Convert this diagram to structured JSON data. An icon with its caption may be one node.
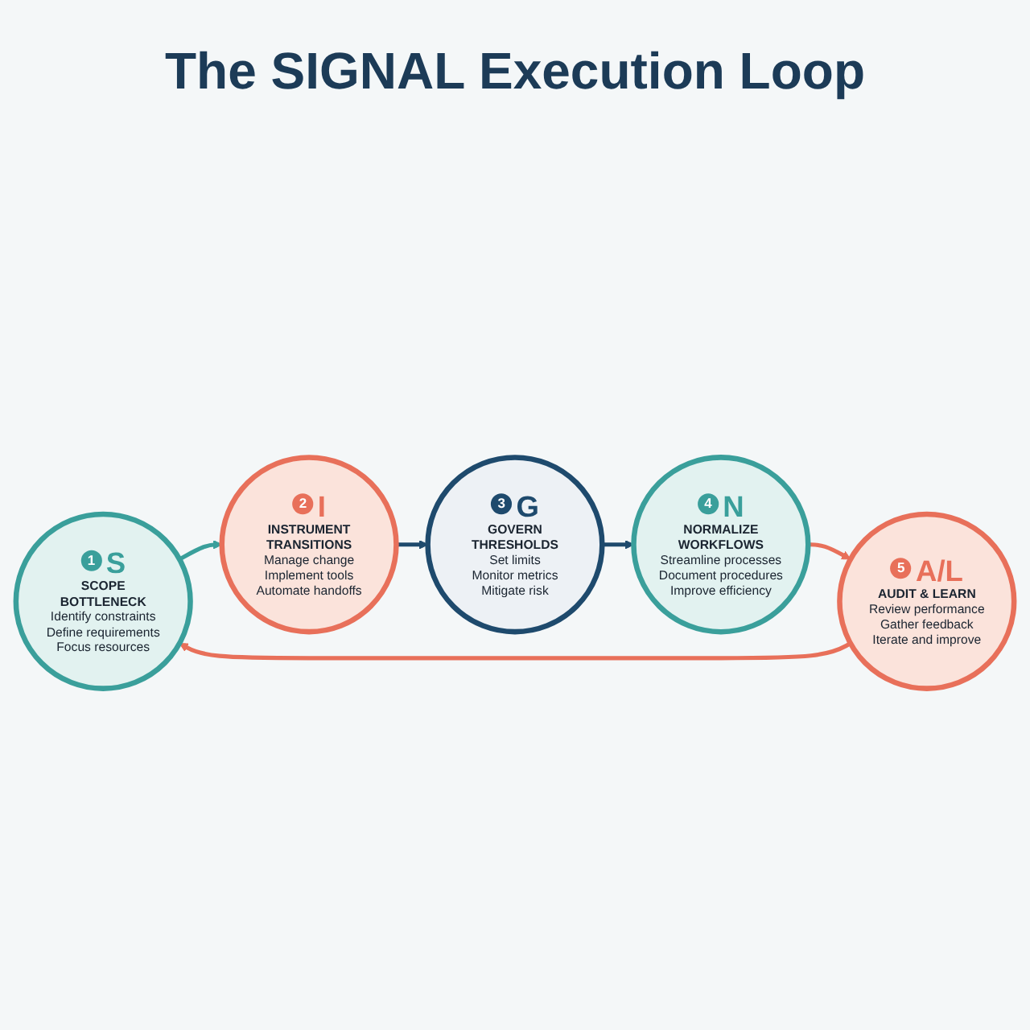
{
  "diagram": {
    "title": "The SIGNAL Execution Loop",
    "nodes": [
      {
        "text": [
          "1",
          "S",
          "SCOPE BOTTLENECK",
          "Identify constraints",
          "Define requirements",
          "Focus resources"
        ]
      },
      {
        "text": [
          "2",
          "I",
          "INSTRUMENT TRANSITIONS",
          "Manage change",
          "Implement tools",
          "Automate handoffs"
        ]
      },
      {
        "text": [
          "3",
          "G",
          "GOVERN THRESHOLDS",
          "Set limits",
          "Monitor metrics",
          "Mitigate risk"
        ]
      },
      {
        "text": [
          "4",
          "N",
          "NORMALIZE WORKFLOWS",
          "Streamline processes",
          "Document procedures",
          "Improve efficiency"
        ]
      },
      {
        "text": [
          "5",
          "A/L",
          "AUDIT & LEARN",
          "Review performance",
          "Gather feedback",
          "Iterate and improve"
        ]
      }
    ],
    "edges": [
      {
        "from": 0,
        "to": 1,
        "arrow": "to",
        "color": "#3a9f9b"
      },
      {
        "from": 1,
        "to": 2,
        "arrow": "to",
        "color": "#1e4a6d"
      },
      {
        "from": 2,
        "to": 3,
        "arrow": "to",
        "color": "#1e4a6d"
      },
      {
        "from": 3,
        "to": 4,
        "arrow": "to",
        "color": "#e8705a"
      },
      {
        "from": 4,
        "to": 0,
        "arrow": "to",
        "color": "#e8705a"
      }
    ]
  }
}
